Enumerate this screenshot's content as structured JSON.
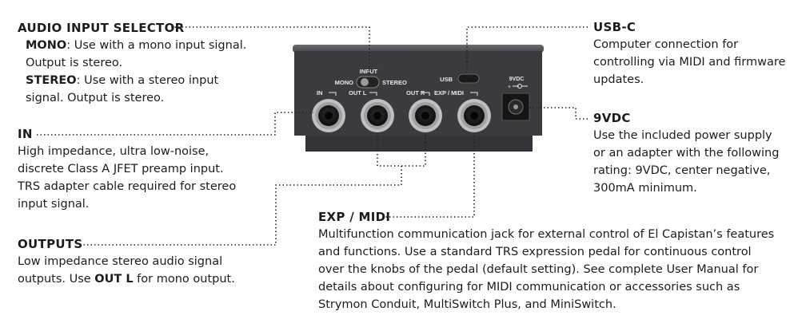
{
  "audio_selector": {
    "heading": "AUDIO INPUT SELECTOR",
    "mono_term": "MONO",
    "mono_text": ": Use with a mono input signal.",
    "mono_text2": "Output is stereo.",
    "stereo_term": "STEREO",
    "stereo_text": ": Use with a stereo input",
    "stereo_text2": "signal. Output is stereo."
  },
  "in_section": {
    "heading": "IN",
    "lines": [
      "High impedance, ultra low-noise,",
      "discrete Class A JFET preamp input.",
      "TRS adapter cable required for stereo",
      "input signal."
    ]
  },
  "outputs": {
    "heading": "OUTPUTS",
    "line1": "Low impedance stereo audio signal",
    "line2_pre": "outputs. Use ",
    "line2_bold": "OUT L",
    "line2_post": " for mono output."
  },
  "usb": {
    "heading": "USB-C",
    "lines": [
      "Computer connection for",
      "controlling via MIDI and firmware",
      "updates."
    ]
  },
  "power": {
    "heading": "9VDC",
    "lines": [
      "Use the included power supply",
      "or an adapter with the following",
      "rating: 9VDC, center negative,",
      "300mA minimum."
    ]
  },
  "exp_midi": {
    "heading": "EXP / MIDI",
    "lines": [
      "Multifunction communication jack for external control of El Capistan’s features",
      "and functions. Use a standard TRS expression pedal for continuous control",
      "over the knobs of the pedal (default setting). See complete User Manual for",
      "details about configuring for MIDI communication or accessories such as",
      "Strymon Conduit, MultiSwitch Plus, and MiniSwitch."
    ]
  },
  "pedal": {
    "input_label": "INPUT",
    "mono_label": "MONO",
    "stereo_label": "STEREO",
    "usb_label": "USB",
    "power_label": "9VDC",
    "jack_labels": [
      "IN",
      "OUT L",
      "OUT R",
      "EXP / MIDI"
    ]
  },
  "colors": {
    "pedal_body": "#3a3b3e",
    "pedal_top": "#4a4b4f",
    "leader": "#222222"
  }
}
